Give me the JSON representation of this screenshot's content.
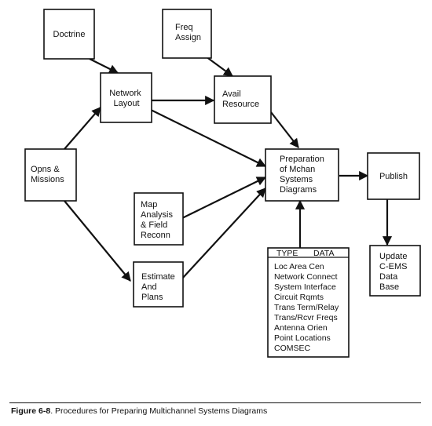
{
  "nodes": {
    "doctrine": [
      "Doctrine"
    ],
    "freq_assign": [
      "Freq",
      "Assign"
    ],
    "network_layout": [
      "Network",
      "Layout"
    ],
    "avail_resource": [
      "Avail",
      "Resource"
    ],
    "opns_missions": [
      "Opns &",
      "Missions"
    ],
    "preparation": [
      "Preparation",
      "of Mchan",
      "Systems",
      "Diagrams"
    ],
    "publish": [
      "Publish"
    ],
    "map_analysis": [
      "Map",
      "Analysis",
      "& Field",
      "Reconn"
    ],
    "estimate_plans": [
      "Estimate",
      "And",
      "Plans"
    ],
    "update": [
      "Update",
      "C-EMS",
      "Data",
      "Base"
    ]
  },
  "data_table": {
    "header_type": "TYPE",
    "header_data": "DATA",
    "items": [
      "Loc Area Cen",
      "Network Connect",
      "System Interface",
      "Circuit Rqmts",
      "Trans Term/Relay",
      "Trans/Rcvr Freqs",
      "Antenna Orien",
      "Point Locations",
      "COMSEC"
    ]
  },
  "caption": {
    "label": "Figure 6-8",
    "text": ". Procedures for Preparing Multichannel Systems Diagrams"
  },
  "colors": {
    "ink": "#111111",
    "paper": "#ffffff"
  }
}
